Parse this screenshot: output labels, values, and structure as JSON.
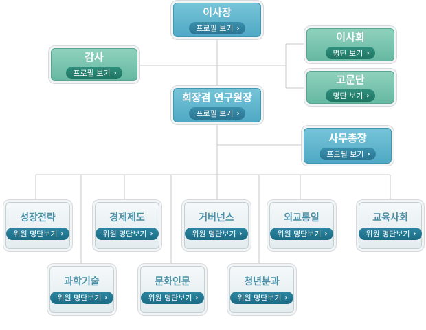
{
  "top": {
    "title": "이사장",
    "button": "프로필 보기"
  },
  "auditor": {
    "title": "감사",
    "button": "프로필 보기"
  },
  "board": {
    "title": "이사회",
    "button": "명단 보기"
  },
  "advisory": {
    "title": "고문단",
    "button": "명단 보기"
  },
  "chairman": {
    "title": "회장겸 연구원장",
    "button": "프로필 보기"
  },
  "secretary_general": {
    "title": "사무총장",
    "button": "프로필 보기"
  },
  "committees": [
    {
      "title": "성장전략",
      "button": "위원 명단보기"
    },
    {
      "title": "경제제도",
      "button": "위원 명단보기"
    },
    {
      "title": "거버넌스",
      "button": "위원 명단보기"
    },
    {
      "title": "외교통일",
      "button": "위원 명단보기"
    },
    {
      "title": "교육사회",
      "button": "위원 명단보기"
    },
    {
      "title": "과학기술",
      "button": "위원 명단보기"
    },
    {
      "title": "문화인문",
      "button": "위원 명단보기"
    },
    {
      "title": "청년분과",
      "button": "위원 명단보기"
    }
  ],
  "chevron": "›",
  "colors": {
    "blue": "#4fa9c4",
    "green": "#66b8a2",
    "committee_text": "#4a8fa5",
    "connector": "#c8c8c8"
  }
}
